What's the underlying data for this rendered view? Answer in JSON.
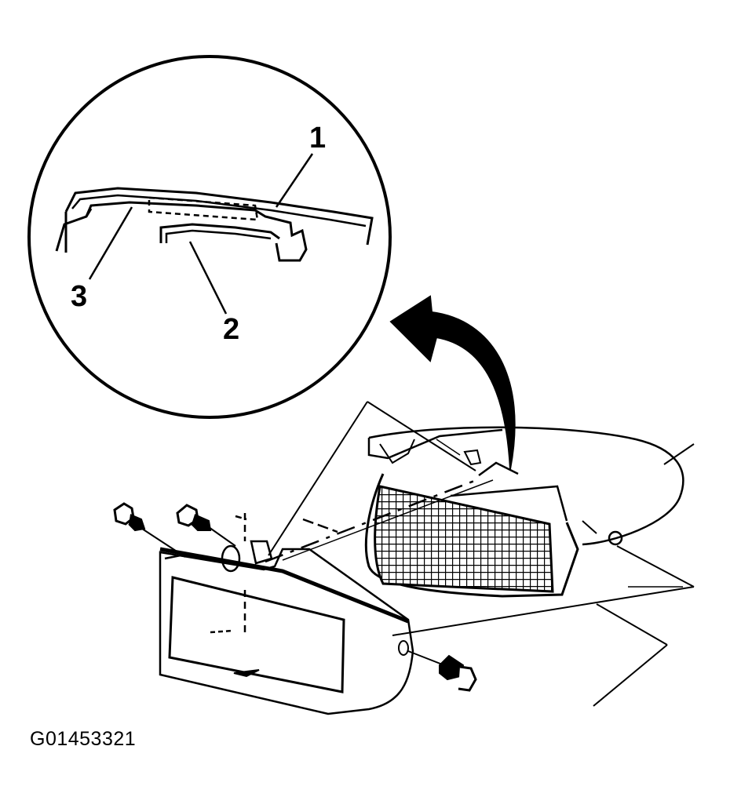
{
  "figure": {
    "id": "G01453321"
  },
  "callouts": {
    "c1": "1",
    "c2": "2",
    "c3": "3"
  },
  "colors": {
    "ink": "#000000",
    "paper": "#ffffff"
  }
}
